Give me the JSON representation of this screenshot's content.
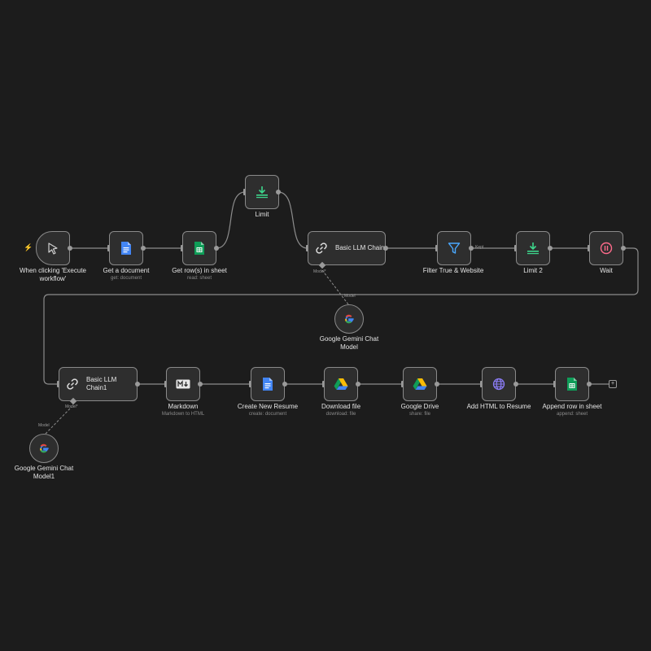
{
  "nodes": {
    "trigger": {
      "label": "When clicking 'Execute workflow'"
    },
    "get_document": {
      "label": "Get a document",
      "sub": "get: document"
    },
    "get_rows": {
      "label": "Get row(s) in sheet",
      "sub": "read: sheet"
    },
    "limit": {
      "label": "Limit"
    },
    "llm_chain": {
      "label": "Basic LLM Chain",
      "port_label": "Model*"
    },
    "filter": {
      "label": "Filter True & Website",
      "branch_label": "Kept"
    },
    "limit2": {
      "label": "Limit 2"
    },
    "wait": {
      "label": "Wait"
    },
    "gemini": {
      "label": "Google Gemini Chat Model",
      "port_label": "Model"
    },
    "llm_chain1": {
      "label": "Basic LLM Chain1",
      "port_label": "Model*"
    },
    "markdown": {
      "label": "Markdown",
      "sub": "Markdown to HTML"
    },
    "create_resume": {
      "label": "Create New Resume",
      "sub": "create: document"
    },
    "download_file": {
      "label": "Download file",
      "sub": "download: file"
    },
    "google_drive": {
      "label": "Google Drive",
      "sub": "share: file"
    },
    "add_html": {
      "label": "Add HTML to Resume"
    },
    "append_row": {
      "label": "Append row in sheet",
      "sub": "append: sheet"
    },
    "gemini1": {
      "label": "Google Gemini Chat Model1",
      "port_label": "Model"
    }
  },
  "icons": {
    "trigger": "cursor-icon",
    "docs": "google-docs-icon",
    "sheets": "google-sheets-icon",
    "limit": "limit-icon",
    "chain": "chain-link-icon",
    "filter": "filter-icon",
    "wait": "pause-icon",
    "gemini": "google-g-icon",
    "markdown": "markdown-icon",
    "drive": "google-drive-icon",
    "http": "globe-icon"
  },
  "colors": {
    "background": "#1c1c1c",
    "node_fill": "#2e2e2e",
    "node_border": "#8a8a8a",
    "docs_blue": "#4285f4",
    "sheets_green": "#0f9d58",
    "limit_green": "#3dd68c",
    "filter_blue": "#4aa8ff",
    "wait_red": "#ff6b8b",
    "globe_purple": "#8b7cf6",
    "trigger_bolt": "#ff6d5a"
  }
}
